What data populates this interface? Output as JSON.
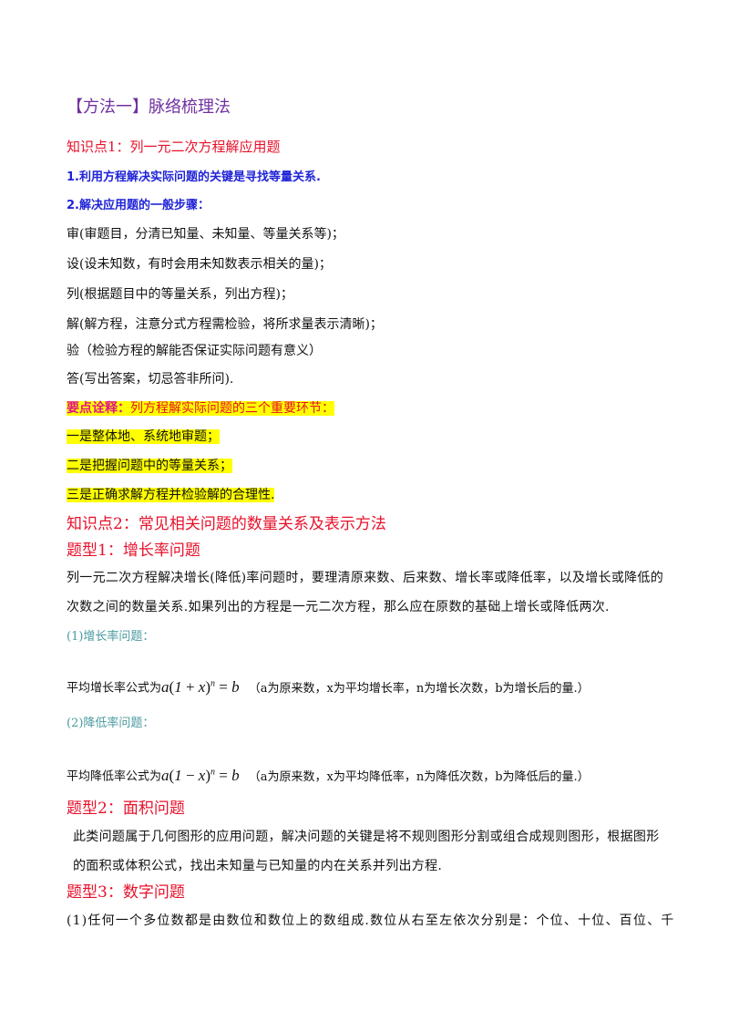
{
  "method_title": "【方法一】脉络梳理法",
  "kp1_title": "知识点1：列一元二次方程解应用题",
  "point1": "1.利用方程解决实际问题的关键是寻找等量关系.",
  "point2": "2.解决应用题的一般步骤：",
  "steps": [
    "审(审题目，分清已知量、未知量、等量关系等)；",
    "设(设未知数，有时会用未知数表示相关的量)；",
    "列(根据题目中的等量关系，列出方程)；",
    "解(解方程，注意分式方程需检验，将所求量表示清晰)；",
    "验（检验方程的解能否保证实际问题有意义）",
    "答(写出答案，切忌答非所问)."
  ],
  "key_label": "要点诠释：",
  "key_text": "列方程解实际问题的三个重要环节：",
  "key_items": [
    "一是整体地、系统地审题；",
    "二是把握问题中的等量关系；",
    "三是正确求解方程并检验解的合理性."
  ],
  "kp2_title": "知识点2：常见相关问题的数量关系及表示方法",
  "type1_title": "题型1：增长率问题",
  "type1_para": "列一元二次方程解决增长(降低)率问题时，要理清原来数、后来数、增长率或降低率，以及增长或降低的次数之间的数量关系.如果列出的方程是一元二次方程，那么应在原数的基础上增长或降低两次.",
  "growth_label": "(1)增长率问题：",
  "growth_prefix": "平均增长率公式为",
  "growth_note": "（a为原来数，x为平均增长率，n为增长次数，b为增长后的量.）",
  "decline_label": "(2)降低率问题：",
  "decline_prefix": "平均降低率公式为",
  "decline_note": "（a为原来数，x为平均降低率，n为降低次数，b为降低后的量.）",
  "type2_title": "题型2：面积问题",
  "type2_para": "此类问题属于几何图形的应用问题，解决问题的关键是将不规则图形分割或组合成规则图形，根据图形的面积或体积公式，找出未知量与已知量的内在关系并列出方程.",
  "type3_title": "题型3：数字问题",
  "type3_para": "(1)任何一个多位数都是由数位和数位上的数组成.数位从右至左依次分别是：个位、十位、百位、千"
}
